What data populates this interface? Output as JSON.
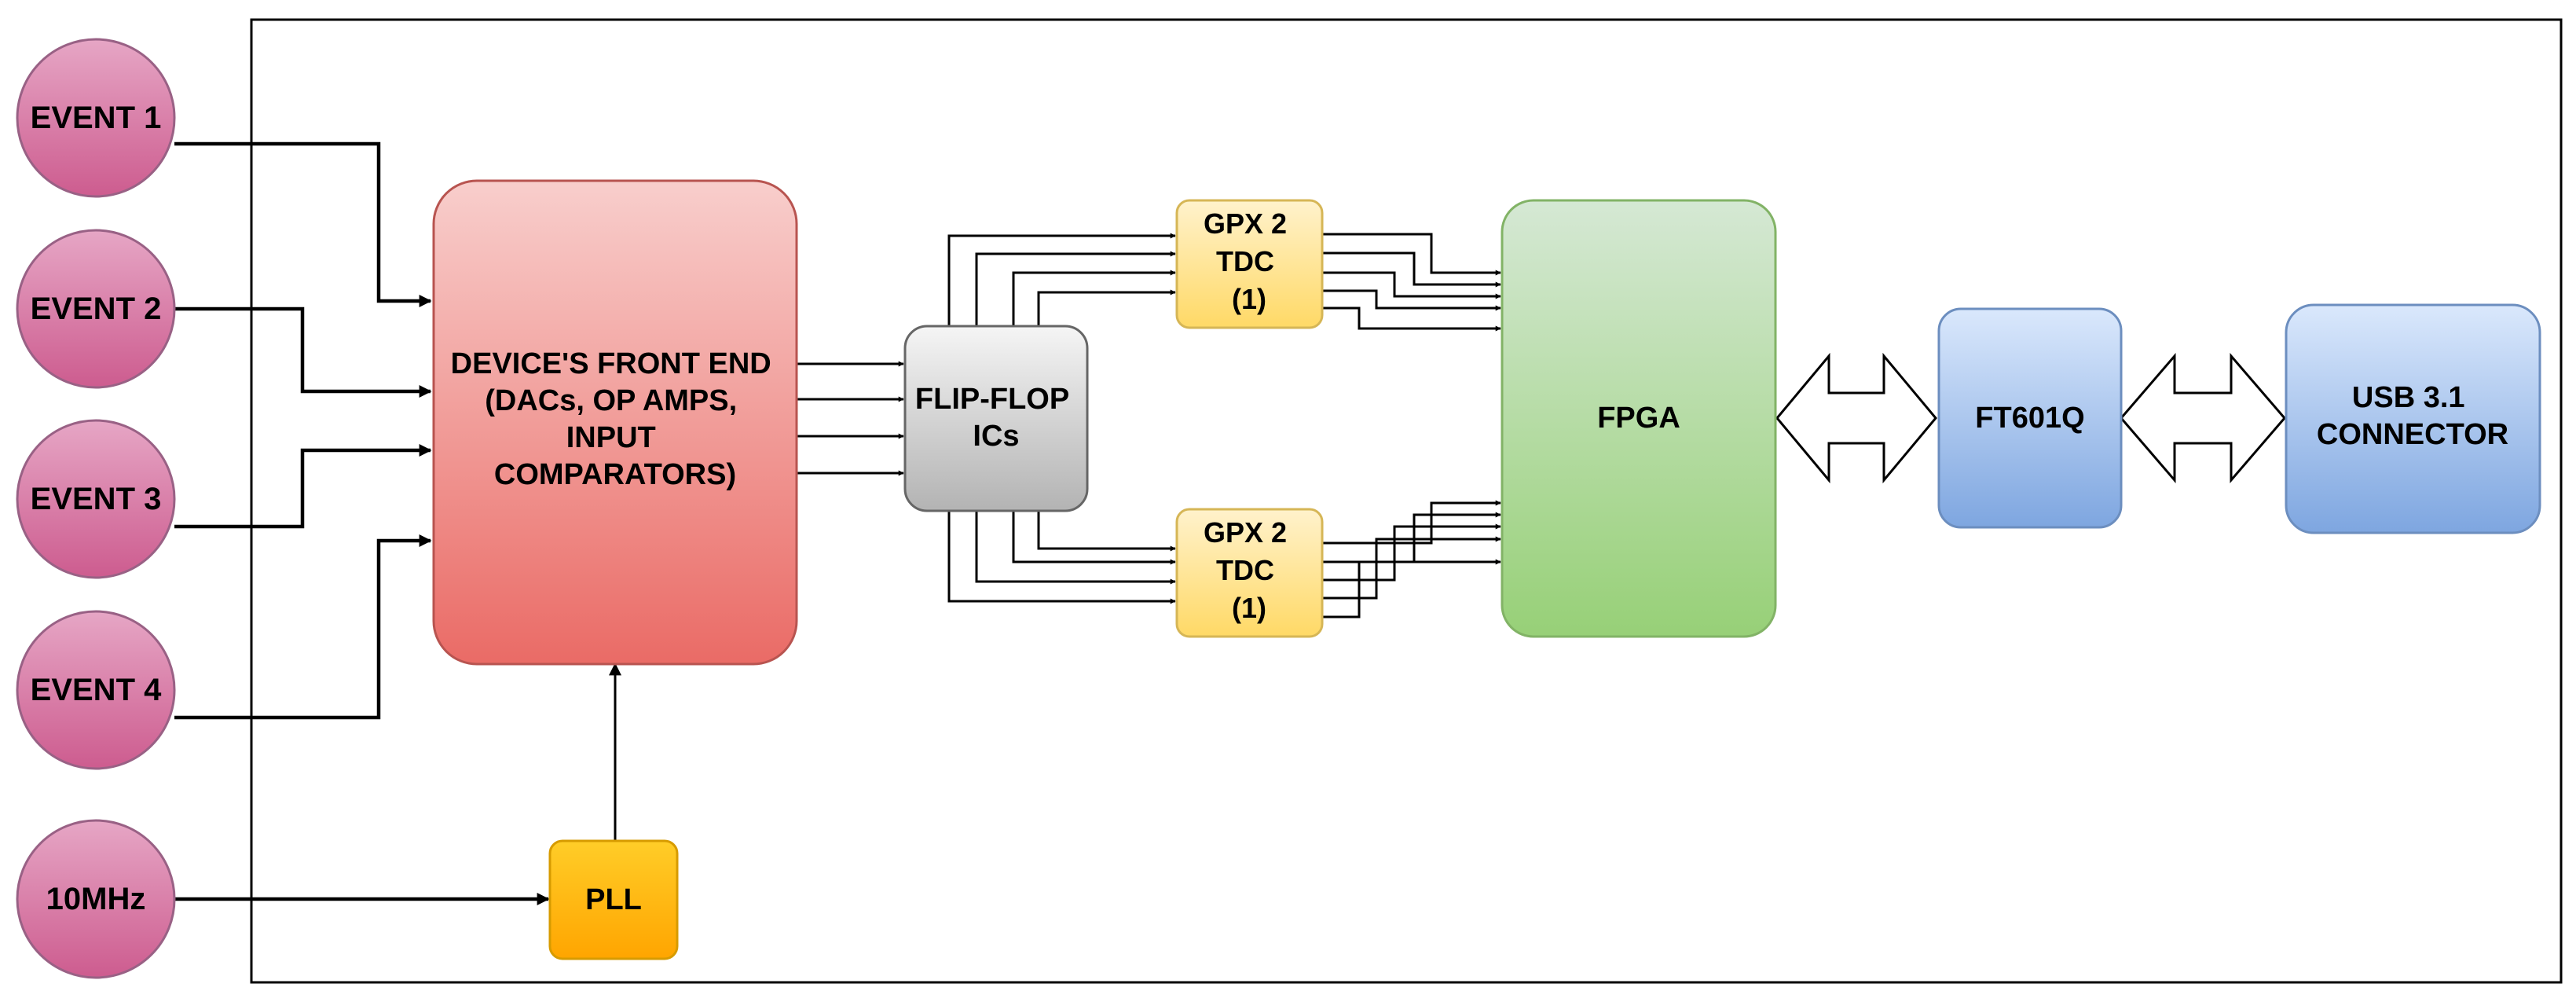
{
  "inputs": {
    "event1": "EVENT 1",
    "event2": "EVENT 2",
    "event3": "EVENT 3",
    "event4": "EVENT 4",
    "clock": "10MHz"
  },
  "blocks": {
    "front_end": [
      "DEVICE'S FRONT END",
      "(DACs, OP AMPS,",
      "INPUT",
      "COMPARATORS)"
    ],
    "flip_flop": [
      "FLIP-FLOP",
      "ICs"
    ],
    "tdc_top": [
      "GPX 2",
      "TDC",
      "(1)"
    ],
    "tdc_bottom": [
      "GPX 2",
      "TDC",
      "(1)"
    ],
    "fpga": "FPGA",
    "ft601q": "FT601Q",
    "usb": [
      "USB 3.1",
      "CONNECTOR"
    ],
    "pll": "PLL"
  },
  "colors": {
    "input_circle": "#cd5c8f",
    "front_end": "#ea6b66",
    "flip_flop": "#b3b3b3",
    "tdc": "#ffd966",
    "fpga": "#97d077",
    "ft601q": "#7ea6e0",
    "usb": "#7ea6e0",
    "pll": "#ffa500"
  }
}
